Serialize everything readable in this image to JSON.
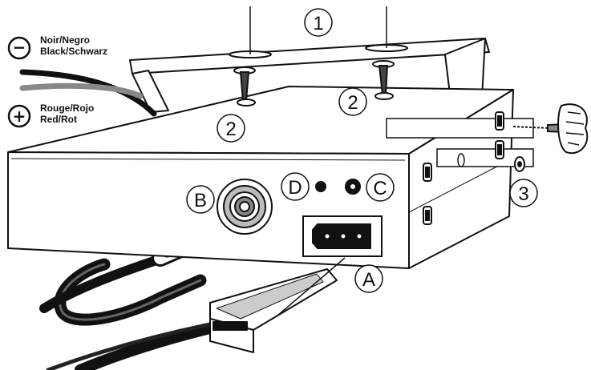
{
  "legend": {
    "negative": {
      "symbol": "−",
      "line1": "Noir/Negro",
      "line2": "Black/Schwarz"
    },
    "positive": {
      "symbol": "+",
      "line1": "Rouge/Rojo",
      "line2": "Red/Rot"
    }
  },
  "callouts": {
    "c1": "1",
    "c2_left": "2",
    "c2_right": "2",
    "c3": "3",
    "a": "A",
    "b": "B",
    "c": "C",
    "d": "D"
  }
}
